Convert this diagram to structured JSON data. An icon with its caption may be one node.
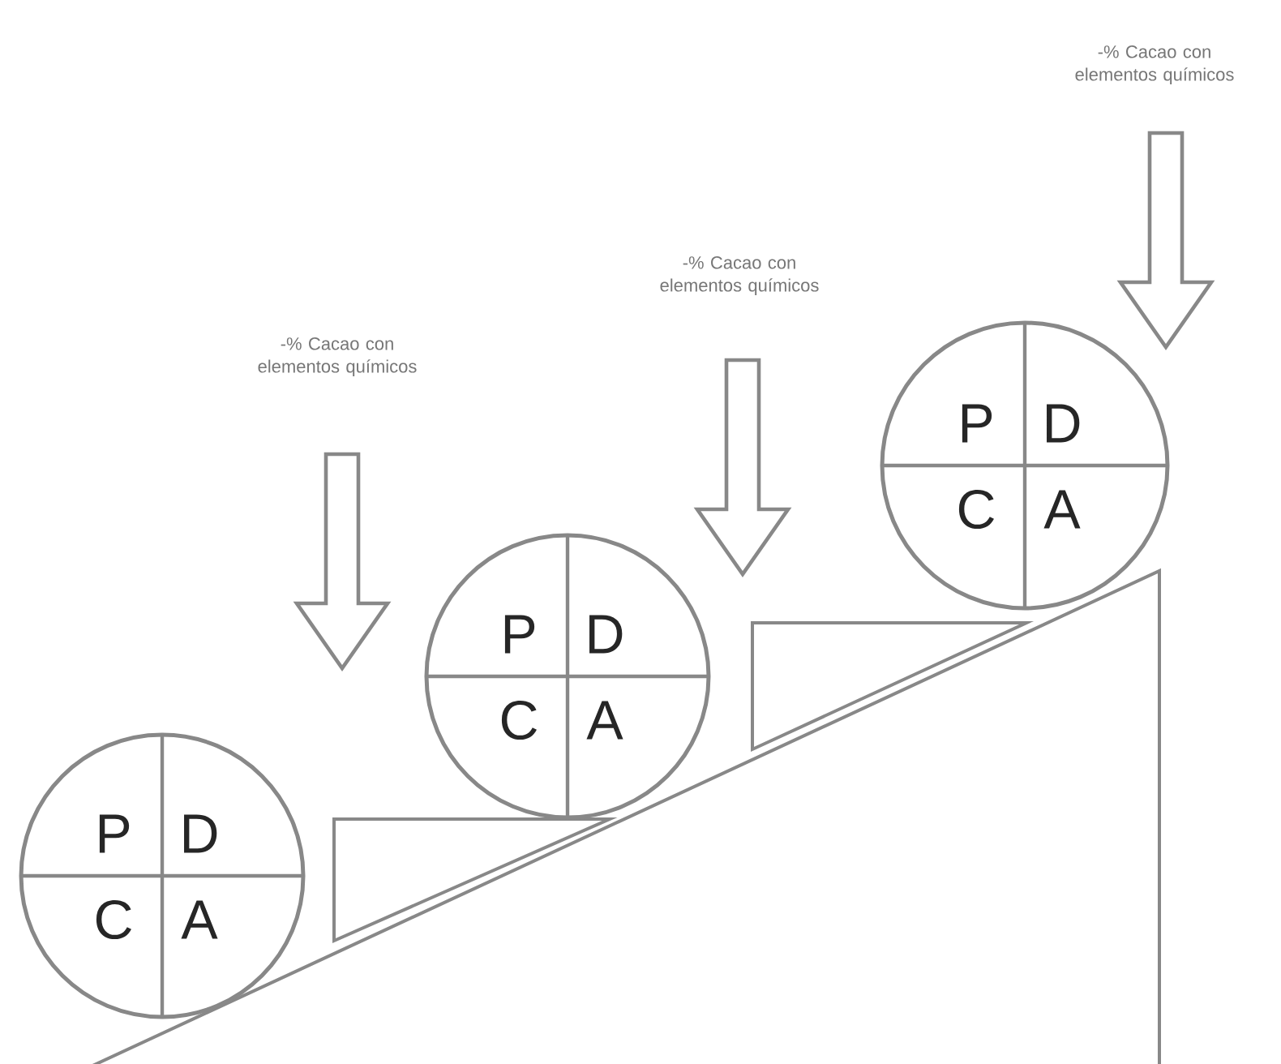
{
  "diagram": {
    "nodes": [
      {
        "text": [
          "P",
          "D",
          "C",
          "A"
        ]
      },
      {
        "text": [
          "P",
          "D",
          "C",
          "A"
        ]
      },
      {
        "text": [
          "P",
          "D",
          "C",
          "A"
        ]
      }
    ],
    "labels": [
      "-% Cacao con elementos químicos",
      "-% Cacao con elementos químicos",
      "-% Cacao con elementos químicos"
    ]
  }
}
